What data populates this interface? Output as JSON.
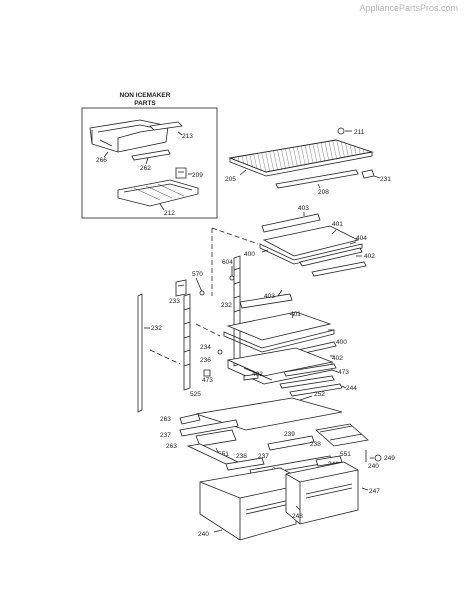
{
  "watermark": "AppliancePartsPros.com",
  "inset": {
    "title_line1": "NON ICEMAKER",
    "title_line2": "PARTS"
  },
  "labels": {
    "p213": "213",
    "p266": "266",
    "p262": "262",
    "p209": "209",
    "p212": "212",
    "p211": "211",
    "p205": "205",
    "p208": "208",
    "p231": "231",
    "p403a": "403",
    "p401a": "401",
    "p404": "404",
    "p400a": "400",
    "p402a": "402",
    "p604": "604",
    "p570": "570",
    "p233": "233",
    "p232a": "232",
    "p403b": "403",
    "p401b": "401",
    "p232b": "232",
    "p234": "234",
    "p400b": "400",
    "p402b": "402",
    "p236": "236",
    "p402c": "402",
    "p473a": "473",
    "p473b": "473",
    "p244": "244",
    "p525": "525",
    "p252": "252",
    "p263a": "263",
    "p237a": "237",
    "p551a": "551",
    "p263b": "263",
    "p238a": "238",
    "p239": "239",
    "p551b": "551",
    "p249": "249",
    "p238b": "238",
    "p237b": "237",
    "p241a": "241",
    "p241b": "241",
    "p240a": "240",
    "p247": "247",
    "p248": "248",
    "p240b": "240"
  }
}
